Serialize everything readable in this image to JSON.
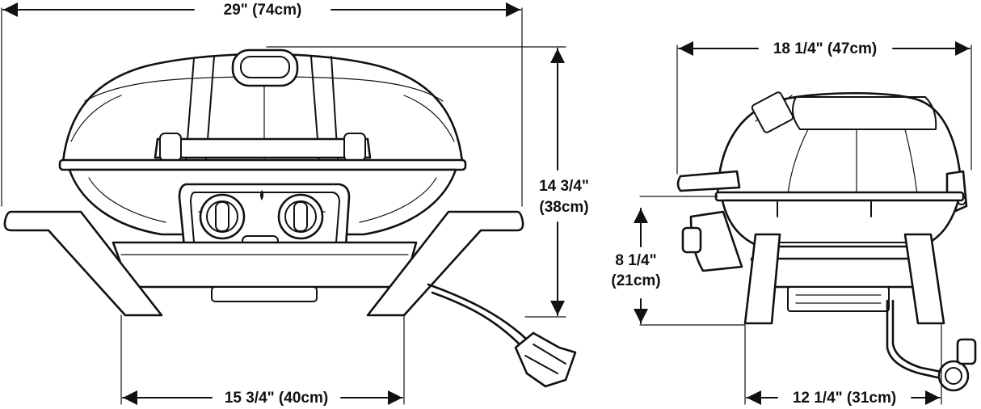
{
  "dimensions": {
    "front_width": "29\" (74cm)",
    "front_height_in": "14 3/4\"",
    "front_height_cm": "(38cm)",
    "front_leg_span": "15 3/4\" (40cm)",
    "side_depth": "18 1/4\" (47cm)",
    "side_table_height_in": "8 1/4\"",
    "side_table_height_cm": "(21cm)",
    "side_leg_span": "12 1/4\" (31cm)"
  },
  "colors": {
    "line": "#111111",
    "background": "#ffffff"
  }
}
